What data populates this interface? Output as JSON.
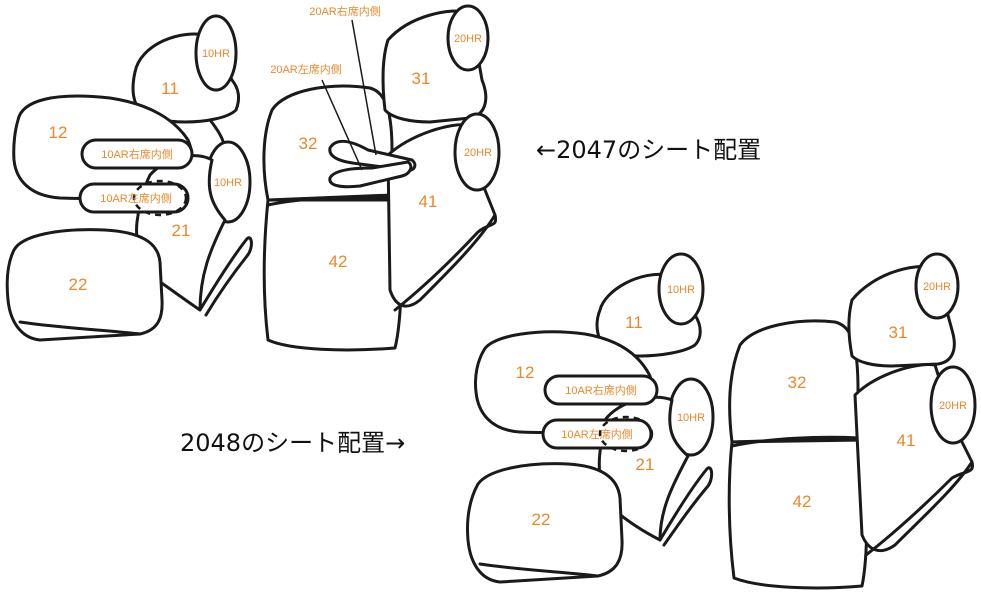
{
  "captions": {
    "caption_2047": "←2047のシート配置",
    "caption_2048": "2048のシート配置→"
  },
  "layout_2047": {
    "second_row": {
      "seat_11": "11",
      "seat_12": "12",
      "seat_21": "21",
      "seat_22": "22",
      "headrest_upper": "10HR",
      "headrest_lower": "10HR",
      "tag_right_inner": "10AR右席内側",
      "tag_left_inner": "10AR左席内側"
    },
    "third_row": {
      "seat_31": "31",
      "seat_32": "32",
      "seat_41": "41",
      "seat_42": "42",
      "headrest_upper": "20HR",
      "headrest_lower": "20HR",
      "callout_right_inner": "20AR右席内側",
      "callout_left_inner": "20AR左席内側"
    }
  },
  "layout_2048": {
    "second_row": {
      "seat_11": "11",
      "seat_12": "12",
      "seat_21": "21",
      "seat_22": "22",
      "headrest_upper": "10HR",
      "headrest_lower": "10HR",
      "tag_right_inner": "10AR右席内側",
      "tag_left_inner": "10AR左席内側"
    },
    "third_row": {
      "seat_31": "31",
      "seat_32": "32",
      "seat_41": "41",
      "seat_42": "42",
      "headrest_upper": "20HR",
      "headrest_lower": "20HR"
    }
  }
}
